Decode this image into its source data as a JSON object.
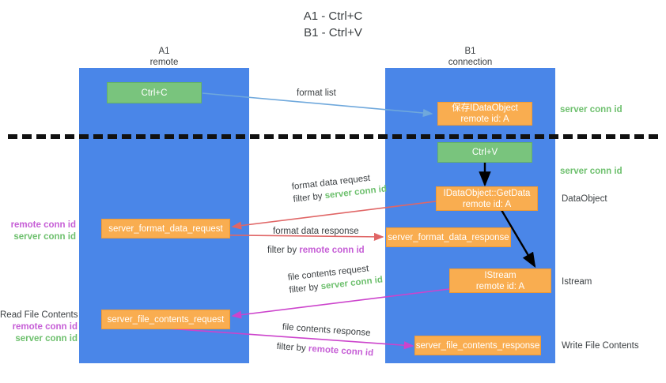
{
  "title": {
    "line1": "A1 - Ctrl+C",
    "line2": "B1 - Ctrl+V"
  },
  "lanes": [
    {
      "id": "a1",
      "name": "A1",
      "role": "remote"
    },
    {
      "id": "b1",
      "name": "B1",
      "role": "connection"
    }
  ],
  "nodes": {
    "ctrl_c": {
      "label": "Ctrl+C"
    },
    "ctrl_v": {
      "label": "Ctrl+V"
    },
    "save_idataobject": {
      "line1": "保存IDataObject",
      "line2": "remote id: A"
    },
    "getdata": {
      "line1": "IDataObject::GetData",
      "line2": "remote id: A"
    },
    "istream": {
      "line1": "IStream",
      "line2": "remote id: A"
    },
    "server_format_data_request": {
      "label": "server_format_data_request"
    },
    "server_format_data_response": {
      "label": "server_format_data_response"
    },
    "server_file_contents_request": {
      "label": "server_file_contents_request"
    },
    "server_file_contents_response": {
      "label": "server_file_contents_response"
    }
  },
  "edge_labels": {
    "format_list": "format list",
    "format_data_request": {
      "line1": "format data request",
      "filter_prefix": "filter by ",
      "filter_value": "server conn id"
    },
    "format_data_response": {
      "line1": "format data response",
      "filter_prefix": "filter by ",
      "filter_value": "remote conn id"
    },
    "file_contents_request": {
      "line1": "file contents request",
      "filter_prefix": "filter by ",
      "filter_value": "server conn id"
    },
    "file_contents_response": {
      "line1": "file contents response",
      "filter_prefix": "filter by ",
      "filter_value": "remote conn id"
    }
  },
  "right_annotations": {
    "server_conn_id_top": "server conn id",
    "server_conn_id_mid": "server conn id",
    "dataobject": "DataObject",
    "istream": "Istream",
    "write_file_contents": "Write File Contents"
  },
  "left_annotations": {
    "format_group": {
      "remote": "remote conn id",
      "server": "server conn id"
    },
    "file_group": {
      "heading": "Read File Contents",
      "remote": "remote conn id",
      "server": "server conn id"
    }
  },
  "colors": {
    "lane": "#4a86e8",
    "green_box": "#79c47d",
    "orange_box": "#f9ad50",
    "server_conn_id": "#6ec06e",
    "remote_conn_id": "#c65ed6",
    "arrow_blue": "#6fa8dc",
    "arrow_red": "#e06666",
    "arrow_magenta": "#cc44cc",
    "arrow_black": "#000000",
    "text": "#3c4043"
  }
}
